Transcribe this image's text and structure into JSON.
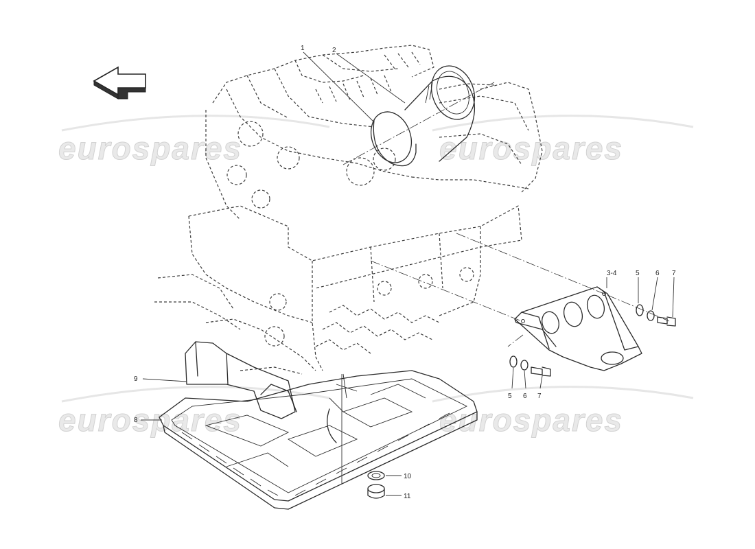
{
  "watermark": {
    "text": "eurospares"
  },
  "callouts": [
    {
      "id": "c1",
      "label": "1"
    },
    {
      "id": "c2",
      "label": "2"
    },
    {
      "id": "c34",
      "label": "3-4"
    },
    {
      "id": "c5a",
      "label": "5"
    },
    {
      "id": "c6a",
      "label": "6"
    },
    {
      "id": "c7a",
      "label": "7"
    },
    {
      "id": "c5b",
      "label": "5"
    },
    {
      "id": "c6b",
      "label": "6"
    },
    {
      "id": "c7b",
      "label": "7"
    },
    {
      "id": "c9",
      "label": "9"
    },
    {
      "id": "c8",
      "label": "8"
    },
    {
      "id": "c10",
      "label": "10"
    },
    {
      "id": "c11",
      "label": "11"
    }
  ]
}
